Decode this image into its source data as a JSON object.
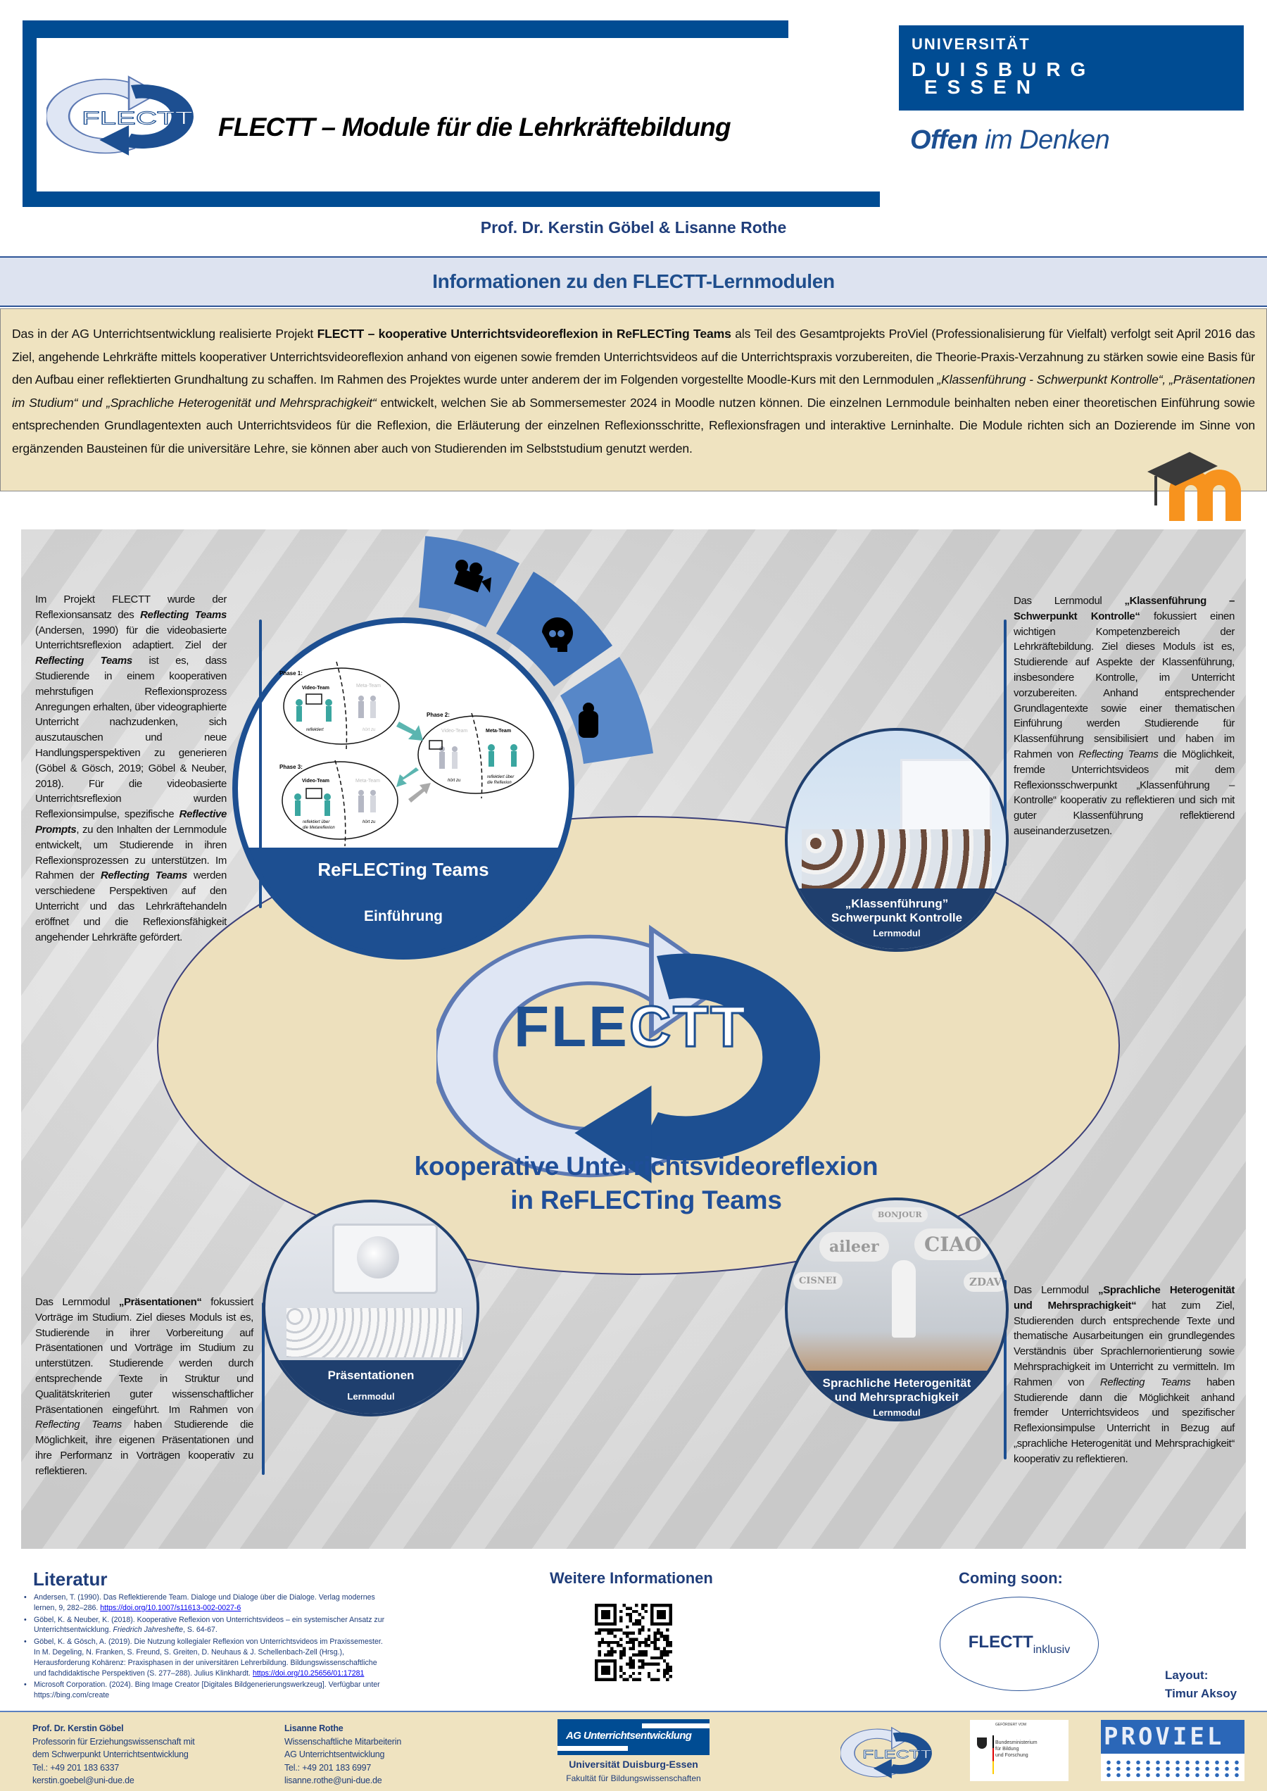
{
  "header": {
    "title": "FLECTT – Module für die Lehrkräftebildung",
    "logo_text": "FLECTT",
    "university": {
      "line1": "UNIVERSITÄT",
      "line2": "DUISBURG",
      "line3": "ESSEN"
    },
    "slogan_bold": "Offen",
    "slogan_rest": " im Denken",
    "authors": "Prof. Dr. Kerstin Göbel & Lisanne Rothe"
  },
  "info": {
    "title": "Informationen zu den FLECTT-Lernmodulen",
    "paragraph": [
      {
        "t": "Das in der AG Unterrichtsentwicklung realisierte Projekt "
      },
      {
        "t": "FLECTT – kooperative Unterrichtsvideoreflexion in ReFLECTing Teams",
        "b": true
      },
      {
        "t": " als Teil des Gesamtprojekts ProViel (Professionalisierung für Vielfalt) verfolgt seit April 2016 das Ziel, angehende Lehrkräfte mittels kooperativer Unterrichtsvideoreflexion anhand von eigenen sowie fremden Unterrichtsvideos auf die Unterrichtspraxis vorzubereiten, die Theorie-Praxis-Verzahnung zu stärken sowie eine Basis für den Aufbau einer reflektierten Grundhaltung zu schaffen. Im Rahmen des Projektes wurde unter anderem der im Folgenden vorgestellte Moodle-Kurs mit den Lernmodulen "
      },
      {
        "t": "„Klassenführung - Schwerpunkt Kontrolle“, „Präsentationen im Studium“  und „Sprachliche Heterogenität und Mehrsprachigkeit“",
        "i": true
      },
      {
        "t": " entwickelt, welchen Sie ab Sommersemester 2024 in Moodle nutzen können. Die einzelnen Lernmodule beinhalten neben einer theoretischen Einführung sowie entsprechenden Grundlagentexten auch Unterrichtsvideos für die Reflexion, die Erläuterung der einzelnen Reflexionsschritte, Reflexionsfragen und interaktive Lerninhalte. Die Module richten sich an Dozierende im Sinne von ergänzenden Bausteinen für die universitäre Lehre, sie können aber auch von Studierenden im Selbststudium genutzt werden."
      }
    ]
  },
  "reflecting": {
    "text": [
      {
        "t": "Im Projekt FLECTT wurde der Reflexionsansatz des "
      },
      {
        "t": "Reflecting Teams",
        "b": true,
        "i": true
      },
      {
        "t": " (Andersen, 1990) für die videobasierte Unterrichtsreflexion adaptiert. Ziel der "
      },
      {
        "t": "Reflecting Teams",
        "b": true,
        "i": true
      },
      {
        "t": " ist es, dass Studierende in einem kooperativen mehrstufigen Reflexionsprozess Anregungen erhalten, über videographierte Unterricht nachzudenken, sich auszutauschen und neue Handlungsperspektiven zu generieren (Göbel & Gösch, 2019; Göbel & Neuber, 2018). Für die videobasierte Unterrichtsreflexion wurden Reflexionsimpulse, spezifische "
      },
      {
        "t": "Reflective Prompts",
        "b": true,
        "i": true
      },
      {
        "t": ", zu den Inhalten der Lernmodule entwickelt, um Studierende in ihren Reflexionsprozessen zu unterstützen. Im Rahmen der "
      },
      {
        "t": "Reflecting Teams",
        "b": true,
        "i": true
      },
      {
        "t": " werden verschiedene Perspektiven auf den Unterricht und das Lehrkräftehandeln eröffnet und die Reflexionsfähigkeit angehender Lehrkräfte gefördert."
      }
    ],
    "circle_title": "ReFLECTing Teams",
    "circle_subtitle": "Einführung",
    "diagram": {
      "phase1": "Phase 1:",
      "phase2": "Phase 2:",
      "phase3": "Phase 3:",
      "video_team": "Video-Team",
      "meta_team": "Meta-Team",
      "reflektiert": "reflektiert",
      "hoert_zu": "hört zu",
      "reflektiert_reflexion_1": "reflektiert über",
      "reflektiert_reflexion_2": "die Reflexion",
      "reflektiert_meta_1": "reflektiert über",
      "reflektiert_meta_2": "die Metareflexion"
    }
  },
  "modules": {
    "klassen": {
      "title_line1": "„Klassenführung”",
      "title_line2": "Schwerpunkt Kontrolle",
      "type": "Lernmodul",
      "text": [
        {
          "t": "Das Lernmodul "
        },
        {
          "t": "„Klassenführung – Schwerpunkt Kontrolle“",
          "b": true
        },
        {
          "t": " fokussiert einen wichtigen Kompetenzbereich der Lehrkräftebildung. Ziel dieses Moduls ist es, Studierende auf Aspekte der Klassenführung, insbesondere Kontrolle, im Unterricht vorzubereiten. Anhand entsprechender Grundlagentexte sowie einer thematischen Einführung werden Studierende für Klassenführung sensibilisiert und haben im Rahmen von "
        },
        {
          "t": "Reflecting Teams",
          "i": true
        },
        {
          "t": " die Möglichkeit, fremde Unterrichtsvideos mit dem Reflexionsschwerpunkt „Klassenführung – Kontrolle“ kooperativ zu reflektieren und sich mit guter Klassenführung reflektierend auseinanderzusetzen."
        }
      ]
    },
    "praesentationen": {
      "title_line1": "Präsentationen",
      "type": "Lernmodul",
      "text": [
        {
          "t": "Das Lernmodul "
        },
        {
          "t": "„Präsentationen“",
          "b": true
        },
        {
          "t": " fokussiert Vorträge im Studium. Ziel dieses Moduls ist es, Studierende in ihrer Vorbereitung auf Präsentationen und Vorträge im Studium zu unterstützen. Studierende werden durch entsprechende Texte in Struktur und Qualitätskriterien guter wissenschaftlicher Präsentationen eingeführt. Im Rahmen von "
        },
        {
          "t": "Reflecting Teams",
          "i": true
        },
        {
          "t": " haben Studierende die Möglichkeit, ihre eigenen Präsentationen und ihre Performanz in Vorträgen kooperativ zu reflektieren."
        }
      ]
    },
    "sprache": {
      "title_line1": "Sprachliche Heterogenität",
      "title_line2": "und Mehrsprachigkeit",
      "type": "Lernmodul",
      "bubbles": [
        "aileer",
        "CIAO",
        "BONJOUR",
        "CISNEI",
        "ZDAV"
      ],
      "text": [
        {
          "t": "Das Lernmodul "
        },
        {
          "t": "„Sprachliche Heterogenität und Mehrsprachigkeit“",
          "b": true
        },
        {
          "t": " hat zum Ziel, Studierenden durch entsprechende Texte und thematische Ausarbeitungen ein grundlegendes Verständnis über Sprachlernorientierung sowie Mehrsprachigkeit im Unterricht zu vermitteln. Im Rahmen von "
        },
        {
          "t": "Reflecting Teams",
          "i": true
        },
        {
          "t": " haben Studierende dann die Möglichkeit anhand fremder Unterrichtsvideos und spezifischer Reflexionsimpulse Unterricht in Bezug auf „sprachliche Heterogenität und Mehrsprachigkeit“ kooperativ zu reflektieren."
        }
      ]
    }
  },
  "center": {
    "logo_text_solid": "FLE",
    "logo_text_outline": "CTT",
    "subtitle_line1": "kooperative Unterrichtsvideoreflexion",
    "subtitle_line2": "in ReFLECTing Teams"
  },
  "literature": {
    "title": "Literatur",
    "items": [
      [
        {
          "t": "Andersen, T. (1990). Das Reflektierende Team. Dialoge und Dialoge über die Dialoge. Verlag modernes lernen, 9, 282–286.  "
        },
        {
          "t": "https://doi.org/10.1007/s11613-002-0027-6",
          "link": true
        }
      ],
      [
        {
          "t": "Göbel, K. & Neuber, K. (2018). Kooperative Reflexion von Unterrichtsvideos – ein systemischer Ansatz zur Unterrichtsentwicklung. "
        },
        {
          "t": "Friedrich Jahreshefte",
          "i": true
        },
        {
          "t": ", S. 64-67."
        }
      ],
      [
        {
          "t": "Göbel, K. & Gösch, A. (2019). Die Nutzung kollegialer Reflexion von Unterrichtsvideos im Praxissemester. In M. Degeling, N. Franken, S. Freund, S. Greiten, D. Neuhaus & J. Schellenbach-Zell (Hrsg.), Herausforderung Kohärenz: Praxisphasen in der universitären Lehrerbildung. Bildungswissenschaftliche und fachdidaktische Perspektiven (S. 277–288). Julius Klinkhardt. "
        },
        {
          "t": "https://doi.org/10.25656/01:17281",
          "link": true
        }
      ],
      [
        {
          "t": "Microsoft Corporation. (2024). Bing Image Creator [Digitales Bildgenerierungswerkzeug]. Verfügbar unter https://bing.com/create"
        }
      ]
    ]
  },
  "more_info": {
    "title": "Weitere Informationen"
  },
  "coming_soon": {
    "title": "Coming soon:",
    "name": "FLECTT",
    "suffix": "inklusiv"
  },
  "layout_credit": {
    "label": "Layout:",
    "name": "Timur Aksoy"
  },
  "footer": {
    "goebel": {
      "name": "Prof. Dr. Kerstin Göbel",
      "role1": "Professorin für Erziehungswissenschaft mit",
      "role2": "dem Schwerpunkt Unterrichtsentwicklung",
      "phone": "Tel.: +49 201 183 6337",
      "email": "kerstin.goebel@uni-due.de"
    },
    "rothe": {
      "name": "Lisanne Rothe",
      "role1": "Wissenschaftliche Mitarbeiterin",
      "role2": "AG Unterrichtsentwicklung",
      "phone": "Tel.: +49 201 183 6997",
      "email": "lisanne.rothe@uni-due.de"
    },
    "ag_logo": "AG Unterrichtsentwicklung",
    "university": "Universität Duisburg-Essen",
    "faculty": "Fakultät für Bildungswissenschaften",
    "bmbf_top": "GEFÖRDERT VOM",
    "bmbf_name1": "Bundesministerium",
    "bmbf_name2": "für Bildung",
    "bmbf_name3": "und Forschung",
    "proviel": "PROVIEL"
  },
  "colors": {
    "ude_blue": "#004c93",
    "dark_blue": "#1d4f91",
    "navy": "#1f3f6e",
    "beige": "#efe3c0",
    "info_band": "#dde3f0"
  }
}
